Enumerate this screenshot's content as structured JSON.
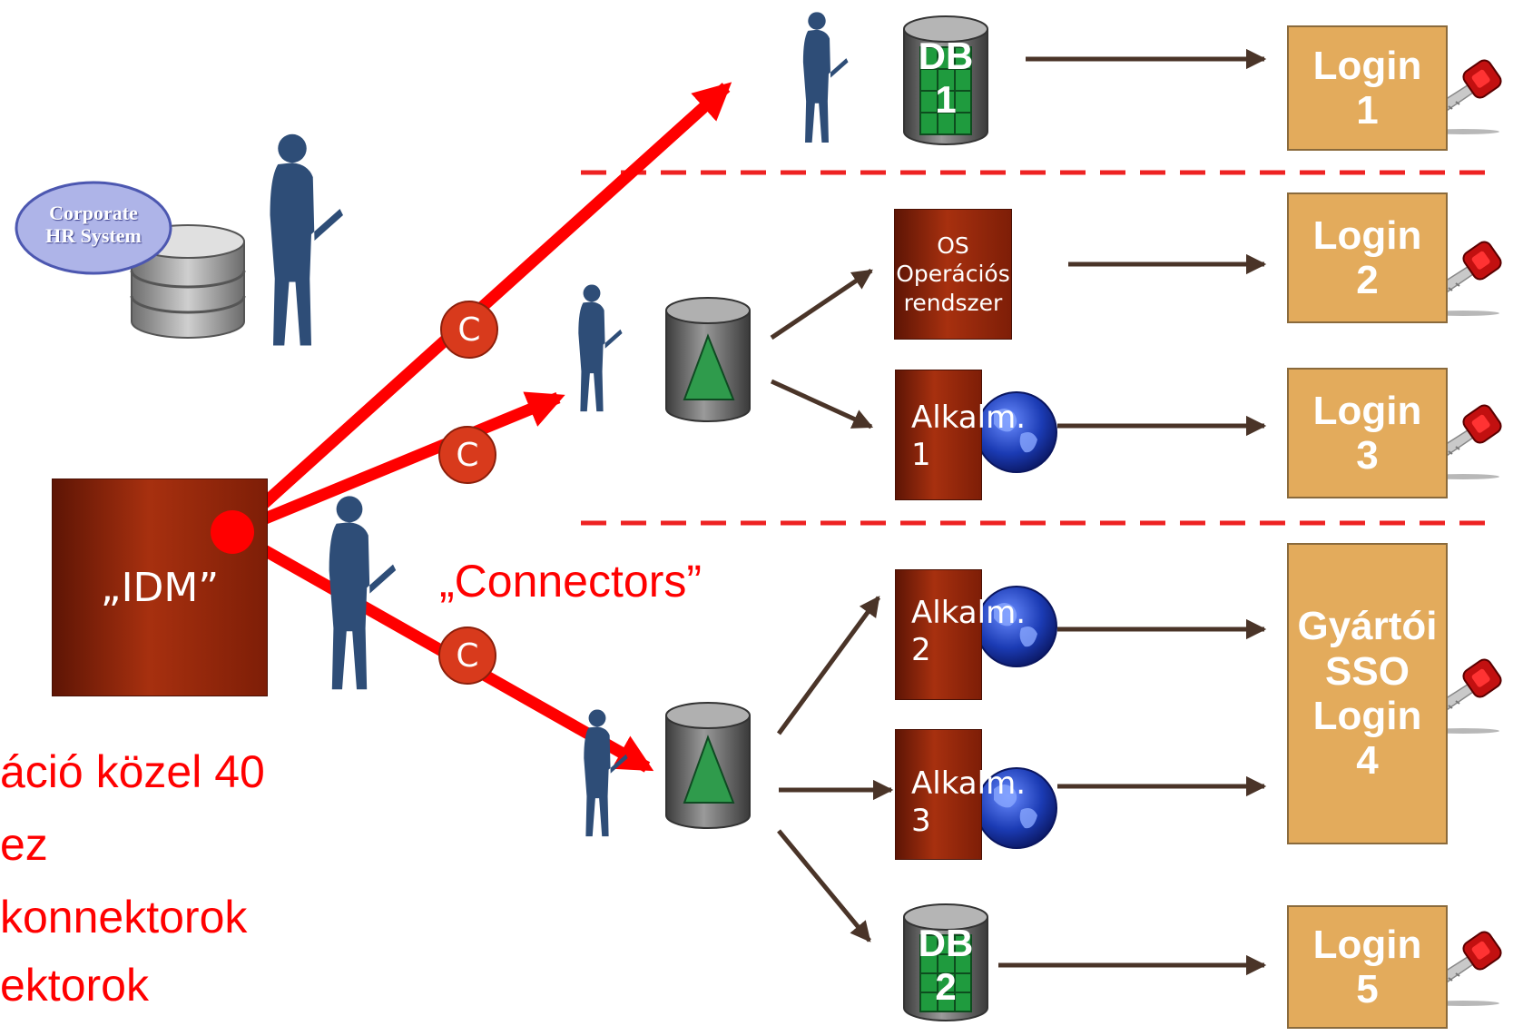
{
  "hr_system": {
    "line1": "Corporate",
    "line2": "HR System"
  },
  "idm": {
    "label": "„IDM”"
  },
  "connectors_label": "„Connectors”",
  "connector_badge": "C",
  "db1": {
    "name": "DB",
    "number": "1"
  },
  "db2": {
    "name": "DB",
    "number": "2"
  },
  "os_box": {
    "line1": "OS",
    "line2": "Operációs",
    "line3": "rendszer"
  },
  "apps": [
    {
      "name": "Alkalm.",
      "number": "1"
    },
    {
      "name": "Alkalm.",
      "number": "2"
    },
    {
      "name": "Alkalm.",
      "number": "3"
    }
  ],
  "logins": [
    {
      "lines": [
        "Login",
        "1"
      ]
    },
    {
      "lines": [
        "Login",
        "2"
      ]
    },
    {
      "lines": [
        "Login",
        "3"
      ]
    },
    {
      "lines": [
        "Gyártói",
        "SSO",
        "Login",
        "4"
      ]
    },
    {
      "lines": [
        "Login",
        "5"
      ]
    }
  ],
  "left_text": [
    "áció közel 40",
    "ez",
    "konnektorok",
    "ektorok"
  ],
  "colors": {
    "accent_red": "#ff0000",
    "login_fill": "#e3ab5c",
    "dark_red": "#8b2410",
    "arrow_brown": "#4a3428",
    "person_blue": "#2e4d77"
  },
  "icons": [
    "person-icon",
    "database-icon",
    "globe-icon",
    "key-icon"
  ]
}
